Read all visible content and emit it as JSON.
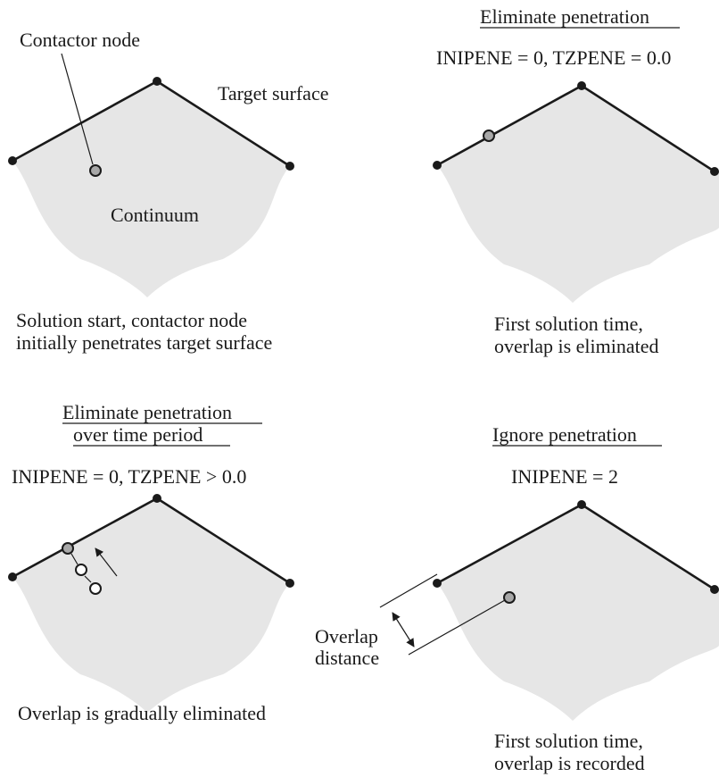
{
  "colors": {
    "continuum_fill": "#e6e6e6",
    "contactor_fill": "#a8a8a8",
    "line": "#1a1a1a"
  },
  "panel_1": {
    "contactor_label": "Contactor node",
    "target_label": "Target surface",
    "continuum_label": "Continuum",
    "caption_line_1": "Solution start, contactor node",
    "caption_line_2": "initially penetrates target surface"
  },
  "panel_2": {
    "heading": "Eliminate penetration",
    "setting": "INIPENE = 0, TZPENE = 0.0",
    "caption_line_1": "First solution time,",
    "caption_line_2": "overlap is eliminated"
  },
  "panel_3": {
    "heading_line_1": "Eliminate penetration",
    "heading_line_2": "over time period",
    "setting": "INIPENE = 0, TZPENE > 0.0",
    "caption": "Overlap is gradually eliminated"
  },
  "panel_4": {
    "heading": "Ignore penetration",
    "setting": "INIPENE = 2",
    "overlap_label_line_1": "Overlap",
    "overlap_label_line_2": "distance",
    "caption_line_1": "First solution time,",
    "caption_line_2": "overlap is recorded"
  }
}
